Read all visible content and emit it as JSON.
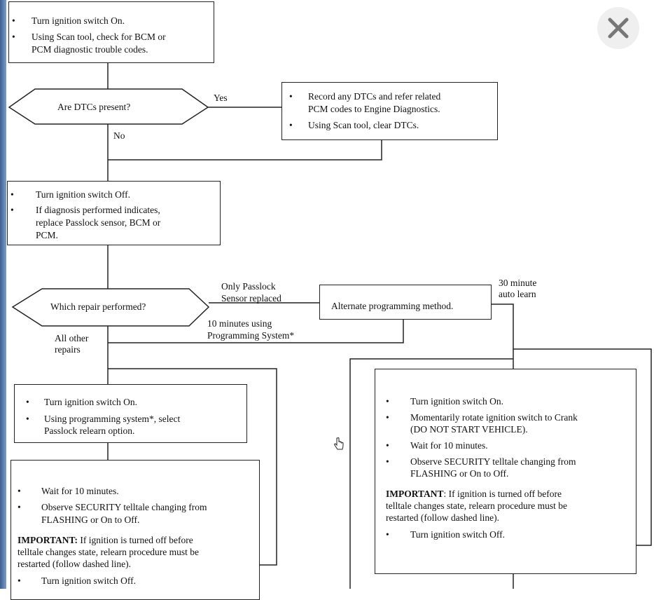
{
  "viewer": {
    "close_icon": "close-icon",
    "cursor_icon": "hand-pointer-icon"
  },
  "flowchart": {
    "box1": [
      "Turn ignition switch On.",
      "Using Scan tool, check for BCM or",
      "PCM diagnostic trouble codes."
    ],
    "decision1": "Are DTCs present?",
    "yes": "Yes",
    "no": "No",
    "box_dtc": [
      "Record any DTCs and refer related",
      "PCM codes to Engine Diagnostics.",
      "Using Scan tool, clear DTCs."
    ],
    "box2": [
      "Turn ignition switch Off.",
      "If diagnosis performed indicates,",
      "replace Passlock sensor, BCM or",
      "PCM."
    ],
    "decision2": "Which repair performed?",
    "only_passlock": [
      "Only Passlock",
      "Sensor replaced"
    ],
    "alt_method": "Alternate programming method.",
    "auto_learn": [
      "30 minute",
      "auto learn"
    ],
    "ten_minutes": [
      "10 minutes using",
      "Programming System*"
    ],
    "all_other": [
      "All other",
      "repairs"
    ],
    "box3": [
      "Turn ignition switch On.",
      "Using programming system*, select",
      "Passlock relearn option."
    ],
    "box4": {
      "items": [
        "Wait for 10 minutes.",
        "Observe SECURITY telltale changing from",
        "FLASHING or On to Off."
      ],
      "important_label": "IMPORTANT:",
      "important": [
        " If ignition is turned off before",
        "telltale changes state, relearn procedure must be",
        "restarted (follow dashed line)."
      ],
      "last": "Turn ignition switch Off."
    },
    "box5": {
      "items": [
        "Turn ignition switch On.",
        "Momentarily rotate ignition switch to Crank",
        "(DO NOT START VEHICLE).",
        "Wait for 10 minutes.",
        "Observe SECURITY telltale changing from",
        "FLASHING or On to Off."
      ],
      "important_label": "IMPORTANT",
      "important": [
        ": If ignition is turned off before",
        "telltale changes state, relearn procedure must be",
        "restarted (follow dashed line)."
      ],
      "last": "Turn ignition switch Off."
    },
    "bullet": "•"
  }
}
